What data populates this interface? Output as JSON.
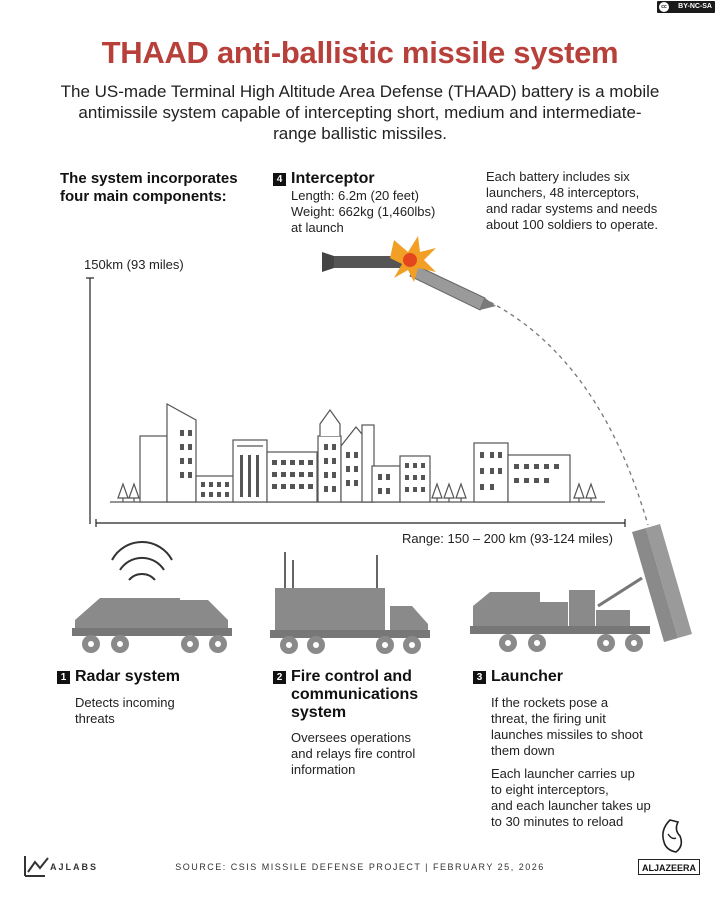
{
  "license_badge": "BY-NC-SA",
  "title": "THAAD anti-ballistic missile system",
  "subtitle": "The US-made Terminal High Altitude Area Defense (THAAD) battery is a mobile antimissile system capable of intercepting short, medium and intermediate-range ballistic missiles.",
  "components_heading_1": "The system incorporates",
  "components_heading_2": "four main components:",
  "battery_note_1": "Each battery includes six",
  "battery_note_2": "launchers, 48 interceptors,",
  "battery_note_3": "and radar systems and needs",
  "battery_note_4": "about 100 soldiers to operate.",
  "altitude_label": "150km (93 miles)",
  "range_label": "Range: 150 – 200 km (93-124 miles)",
  "components": {
    "interceptor": {
      "num": "4",
      "title": "Interceptor",
      "line1": "Length: 6.2m (20 feet)",
      "line2": "Weight: 662kg (1,460lbs)",
      "line3": "at launch"
    },
    "radar": {
      "num": "1",
      "title": "Radar system",
      "line1": "Detects incoming",
      "line2": "threats"
    },
    "fire_control": {
      "num": "2",
      "title1": "Fire control and",
      "title2": "communications",
      "title3": "system",
      "line1": "Oversees operations",
      "line2": "and relays fire control",
      "line3": "information"
    },
    "launcher": {
      "num": "3",
      "title": "Launcher",
      "p1l1": "If the rockets pose a",
      "p1l2": "threat, the firing unit",
      "p1l3": "launches missiles to shoot",
      "p1l4": "them down",
      "p2l1": "Each launcher carries up",
      "p2l2": "to eight interceptors,",
      "p2l3": "and each launcher takes up",
      "p2l4": "to 30 minutes to reload"
    }
  },
  "footer": {
    "source": "SOURCE:  CSIS MISSILE DEFENSE PROJECT  |  FEBRUARY 25, 2026",
    "ajlabs": "AJLABS",
    "brand": "ALJAZEERA"
  },
  "colors": {
    "title": "#b8403a",
    "vehicle": "#8a8a8a",
    "building_stroke": "#555555",
    "explosion": "#f2a025"
  }
}
